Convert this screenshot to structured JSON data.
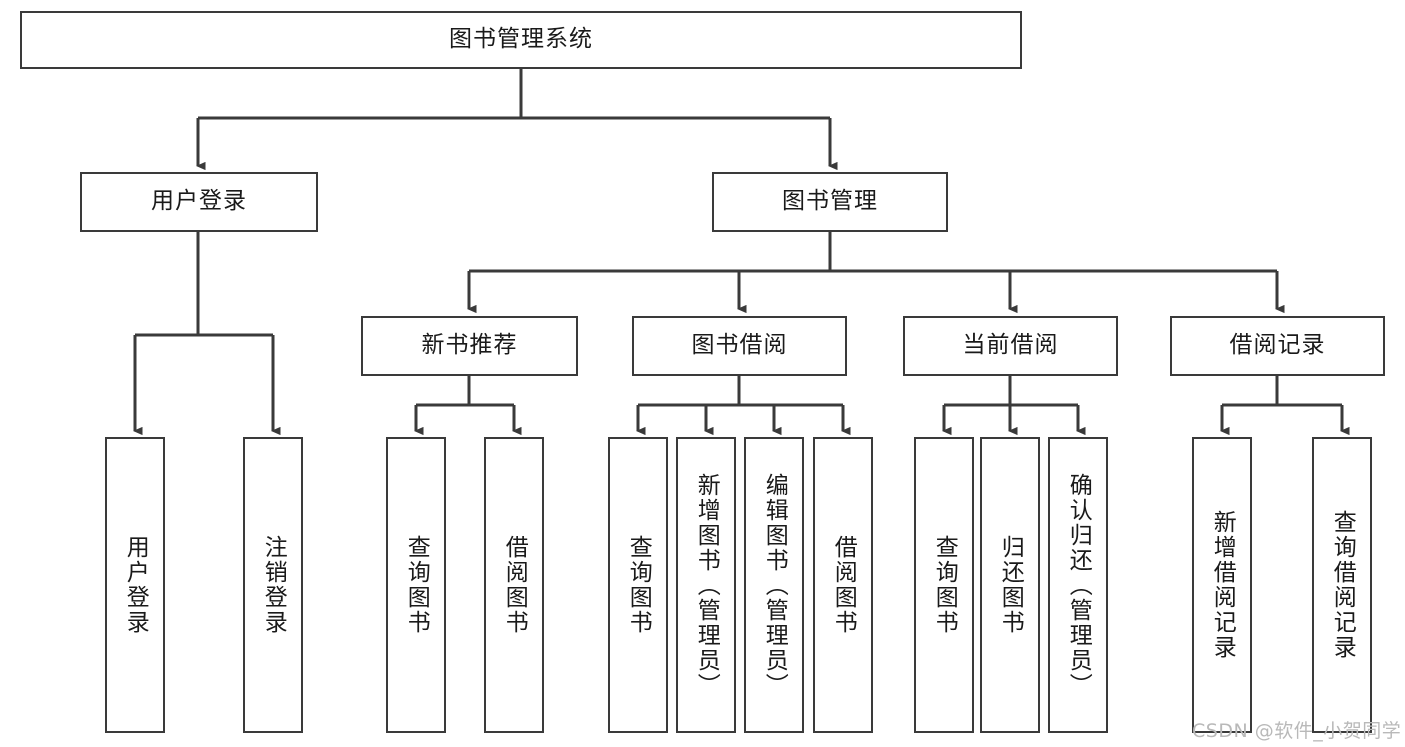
{
  "diagram": {
    "type": "tree-hierarchy",
    "title": "图书管理系统",
    "watermark": "CSDN @软件_小贺同学",
    "colors": {
      "box_border": "#3a3a3a",
      "box_fill": "#ffffff",
      "connector": "#3a3a3a",
      "text": "#1a1a1a",
      "watermark": "#b9b9b9",
      "background": "#ffffff"
    },
    "root": {
      "label": "图书管理系统",
      "orientation": "horizontal"
    },
    "level2": [
      {
        "label": "用户登录",
        "orientation": "horizontal"
      },
      {
        "label": "图书管理",
        "orientation": "horizontal"
      }
    ],
    "level3": [
      {
        "label": "新书推荐",
        "orientation": "horizontal"
      },
      {
        "label": "图书借阅",
        "orientation": "horizontal"
      },
      {
        "label": "当前借阅",
        "orientation": "horizontal"
      },
      {
        "label": "借阅记录",
        "orientation": "horizontal"
      }
    ],
    "leaves": {
      "user_login": [
        {
          "label": "用户登录",
          "orientation": "vertical"
        },
        {
          "label": "注销登录",
          "orientation": "vertical"
        }
      ],
      "new_book_recommend": [
        {
          "label": "查询图书",
          "orientation": "vertical"
        },
        {
          "label": "借阅图书",
          "orientation": "vertical"
        }
      ],
      "book_borrow": [
        {
          "label": "查询图书",
          "orientation": "vertical"
        },
        {
          "label": "新增图书（管理员）",
          "orientation": "vertical"
        },
        {
          "label": "编辑图书（管理员）",
          "orientation": "vertical"
        },
        {
          "label": "借阅图书",
          "orientation": "vertical"
        }
      ],
      "current_borrow": [
        {
          "label": "查询图书",
          "orientation": "vertical"
        },
        {
          "label": "归还图书",
          "orientation": "vertical"
        },
        {
          "label": "确认归还（管理员）",
          "orientation": "vertical"
        }
      ],
      "borrow_record": [
        {
          "label": "新增借阅记录",
          "orientation": "vertical"
        },
        {
          "label": "查询借阅记录",
          "orientation": "vertical"
        }
      ]
    }
  }
}
